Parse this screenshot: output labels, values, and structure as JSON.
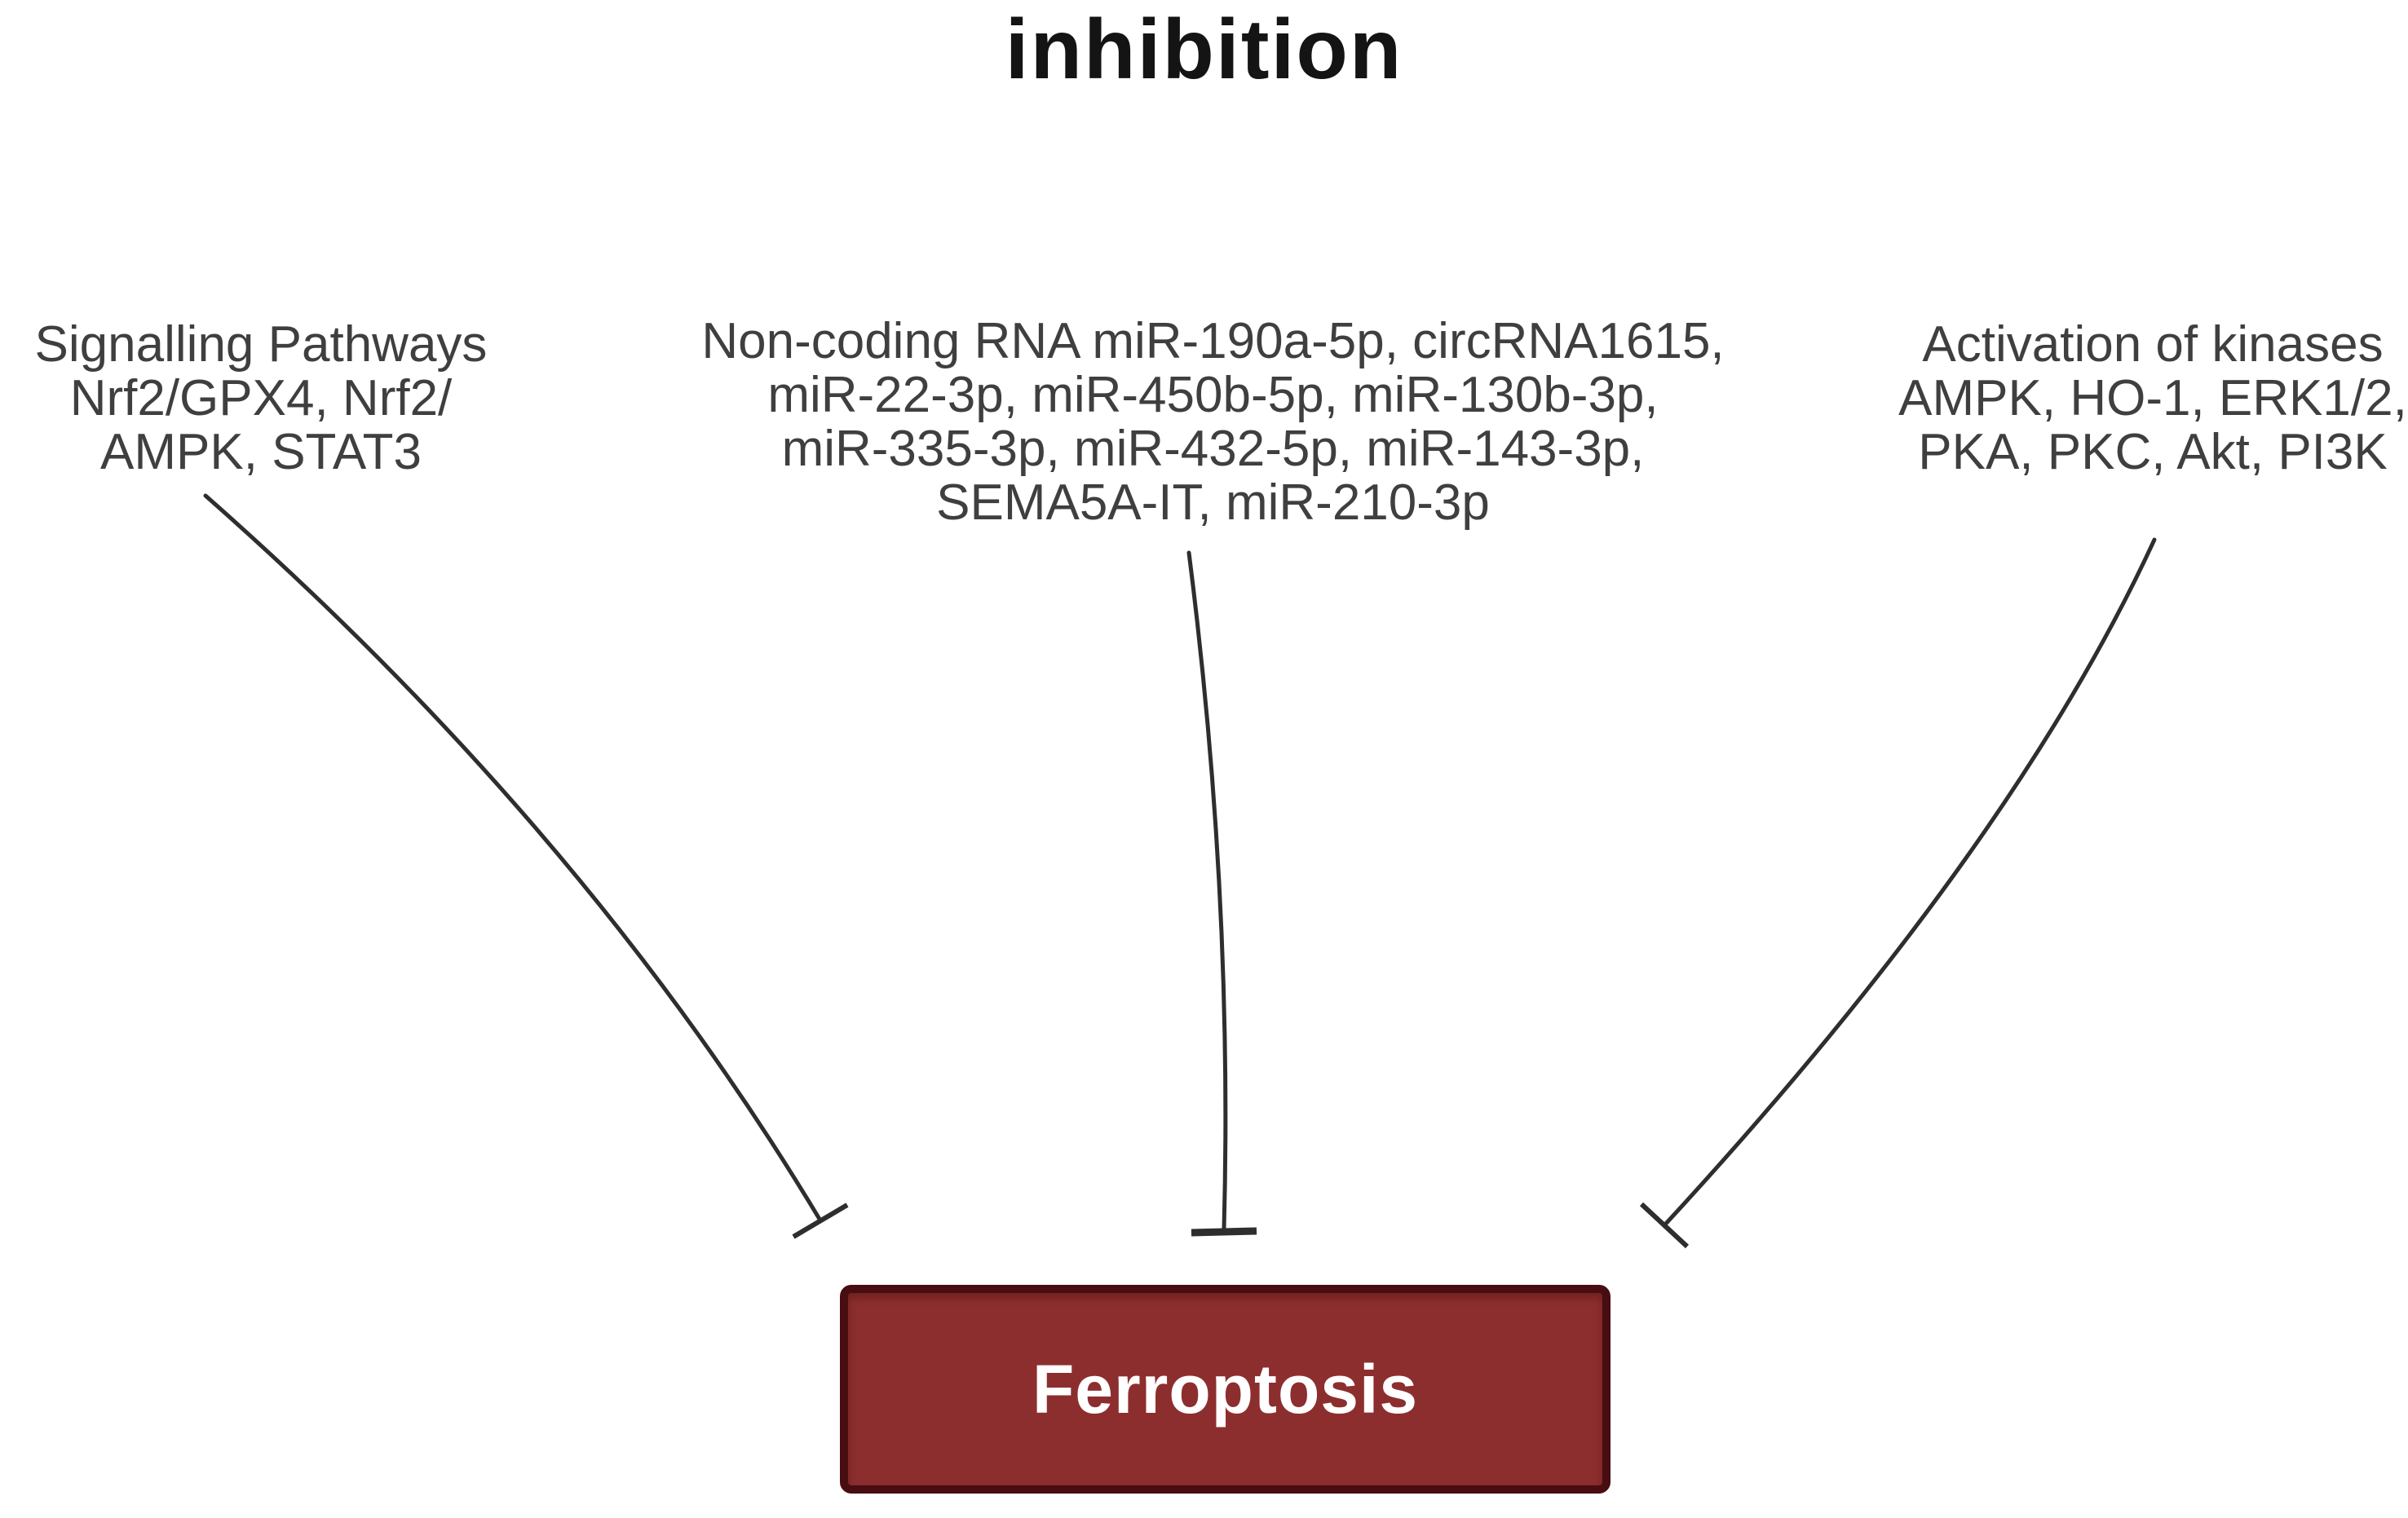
{
  "title": "inhibition",
  "nodes": {
    "signalling_pathways": {
      "lines": [
        "Signalling Pathways",
        "Nrf2/GPX4, Nrf2/",
        "AMPK, STAT3"
      ]
    },
    "noncoding_rna": {
      "lines": [
        "Non-coding RNA miR-190a-5p, circRNA1615,",
        "miR-22-3p, miR-450b-5p, miR-130b-3p,",
        "miR-335-3p, miR-432-5p, miR-143-3p,",
        "SEMA5A-IT, miR-210-3p"
      ]
    },
    "kinase_activation": {
      "lines": [
        "Activation of kinases",
        "AMPK, HO-1, ERK1/2,",
        "PKA, PKC, Akt, PI3K"
      ]
    },
    "target": {
      "label": "Ferroptosis"
    }
  },
  "connections": [
    {
      "from": "signalling_pathways",
      "to": "target",
      "type": "inhibition"
    },
    {
      "from": "noncoding_rna",
      "to": "target",
      "type": "inhibition"
    },
    {
      "from": "kinase_activation",
      "to": "target",
      "type": "inhibition"
    }
  ],
  "colors": {
    "title_text": "#141414",
    "node_text": "#3f3f3f",
    "edge_stroke": "#2e2e2e",
    "target_fill": "#8d2e2e",
    "target_border": "#470d11",
    "target_text": "#ffffff",
    "background": "#ffffff"
  }
}
